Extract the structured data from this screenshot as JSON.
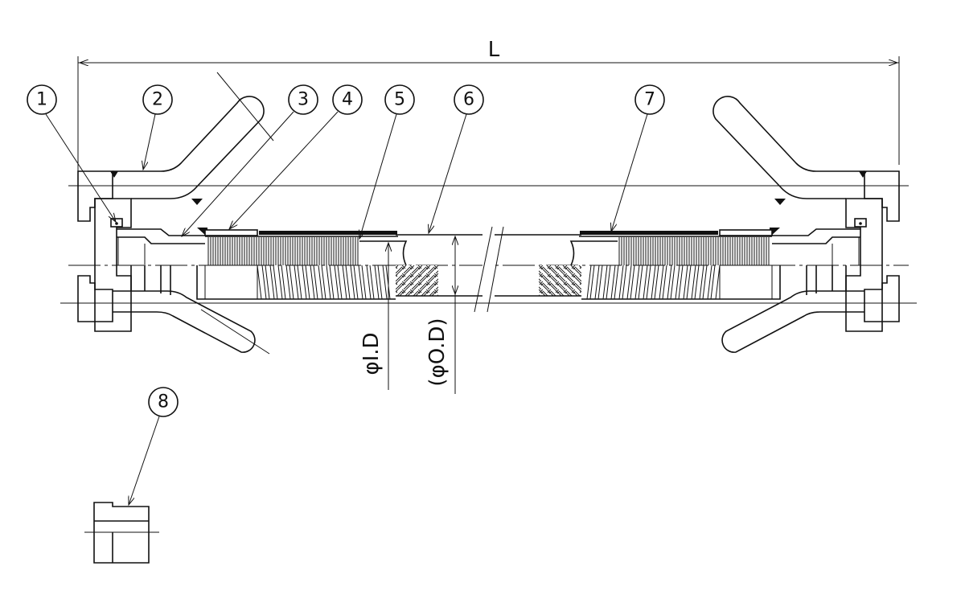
{
  "drawing": {
    "length_label": "L",
    "inner_diameter_label": "φI.D",
    "outer_diameter_label": "(φO.D)",
    "callouts": [
      "1",
      "2",
      "3",
      "4",
      "5",
      "6",
      "7",
      "8"
    ]
  }
}
